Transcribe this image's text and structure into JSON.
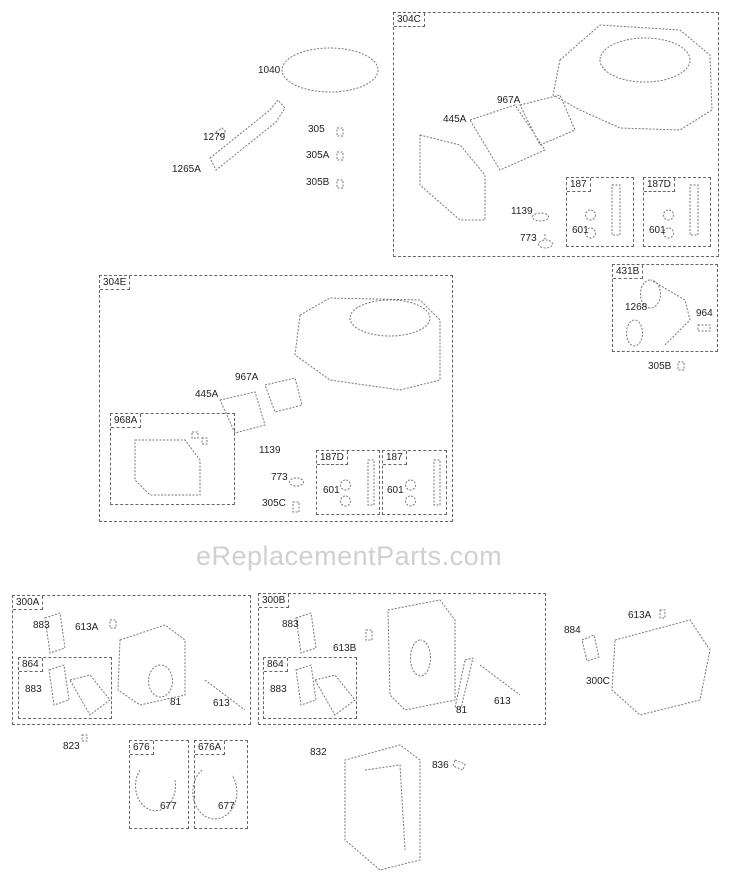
{
  "watermark": "eReplacementParts.com",
  "loose_top": {
    "l1040": "1040",
    "l1279": "1279",
    "l1265a": "1265A",
    "l305": "305",
    "l305a": "305A",
    "l305b": "305B"
  },
  "kit_304c": {
    "tag": "304C",
    "l967a": "967A",
    "l445a": "445A",
    "l1139": "1139",
    "l773": "773",
    "sub187": {
      "tag": "187",
      "l601": "601"
    },
    "sub187d": {
      "tag": "187D",
      "l601": "601"
    }
  },
  "kit_431b": {
    "tag": "431B",
    "l1268": "1268",
    "l964": "964"
  },
  "l305b_2": "305B",
  "kit_304e": {
    "tag": "304E",
    "l967a": "967A",
    "l445a": "445A",
    "l1139": "1139",
    "l773": "773",
    "l305c": "305C",
    "sub968a": {
      "tag": "968A"
    },
    "sub187d": {
      "tag": "187D",
      "l601": "601"
    },
    "sub187": {
      "tag": "187",
      "l601": "601"
    }
  },
  "kit_300a": {
    "tag": "300A",
    "l883": "883",
    "l613a": "613A",
    "l81": "81",
    "l613": "613",
    "sub864": {
      "tag": "864",
      "l883": "883"
    }
  },
  "kit_300b": {
    "tag": "300B",
    "l883": "883",
    "l613b": "613B",
    "l81": "81",
    "l613": "613",
    "sub864": {
      "tag": "864",
      "l883": "883"
    }
  },
  "loose_bottom": {
    "l884": "884",
    "l613a": "613A",
    "l300c": "300C",
    "l823": "823",
    "l832": "832",
    "l836": "836"
  },
  "kit_676": {
    "tag": "676",
    "l677": "677"
  },
  "kit_676a": {
    "tag": "676A",
    "l677": "677"
  }
}
